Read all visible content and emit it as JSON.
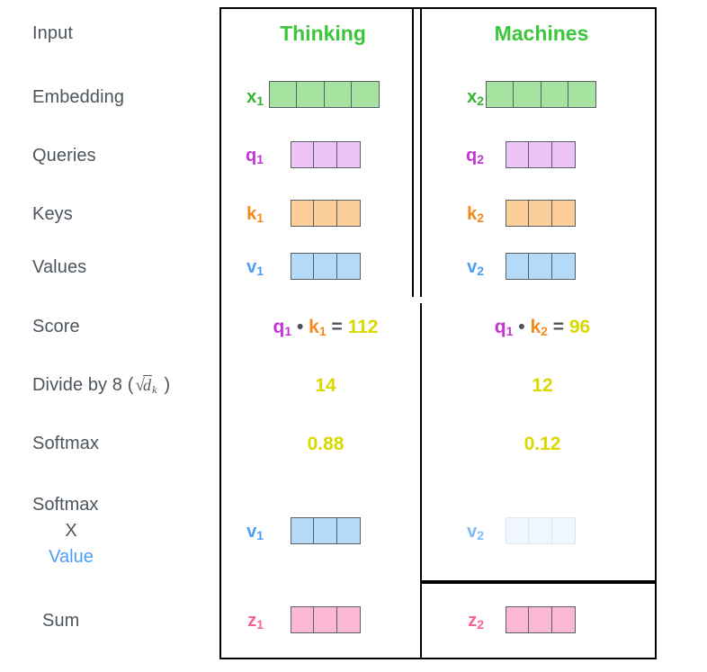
{
  "diagram": {
    "title": "self-attention-calculation",
    "columns": [
      {
        "id": "col1",
        "header": "Thinking"
      },
      {
        "id": "col2",
        "header": "Machines"
      }
    ],
    "row_labels": {
      "input": "Input",
      "embedding": "Embedding",
      "queries": "Queries",
      "keys": "Keys",
      "values": "Values",
      "score": "Score",
      "divide": "Divide by 8 (",
      "divide_sqrt_symbol": "√",
      "divide_radicand": "d",
      "divide_radicand_sub": "k",
      "divide_close": ")",
      "softmax": "Softmax",
      "softmax_times_value_line1": "Softmax",
      "softmax_times_value_line2": "X",
      "softmax_times_value_line3": "Value",
      "sum": "Sum"
    },
    "vectors": {
      "x1": {
        "label": "x",
        "sub": "1",
        "cells": 4,
        "color": "green"
      },
      "x2": {
        "label": "x",
        "sub": "2",
        "cells": 4,
        "color": "green"
      },
      "q1": {
        "label": "q",
        "sub": "1",
        "cells": 3,
        "color": "purple"
      },
      "q2": {
        "label": "q",
        "sub": "2",
        "cells": 3,
        "color": "purple"
      },
      "k1": {
        "label": "k",
        "sub": "1",
        "cells": 3,
        "color": "orange"
      },
      "k2": {
        "label": "k",
        "sub": "2",
        "cells": 3,
        "color": "orange"
      },
      "v1": {
        "label": "v",
        "sub": "1",
        "cells": 3,
        "color": "blue"
      },
      "v2": {
        "label": "v",
        "sub": "2",
        "cells": 3,
        "color": "blue"
      },
      "v1_weighted": {
        "label": "v",
        "sub": "1",
        "cells": 3,
        "color": "blue"
      },
      "v2_weighted": {
        "label": "v",
        "sub": "2",
        "cells": 3,
        "color": "faint"
      },
      "z1": {
        "label": "z",
        "sub": "1",
        "cells": 3,
        "color": "pink"
      },
      "z2": {
        "label": "z",
        "sub": "2",
        "cells": 3,
        "color": "pink"
      }
    },
    "score": {
      "col1": {
        "q": "q",
        "q_sub": "1",
        "dot": "•",
        "k": "k",
        "k_sub": "1",
        "equals": "=",
        "result": "112"
      },
      "col2": {
        "q": "q",
        "q_sub": "1",
        "dot": "•",
        "k": "k",
        "k_sub": "2",
        "equals": "=",
        "result": "96"
      }
    },
    "divide_by_8": {
      "col1": "14",
      "col2": "12"
    },
    "softmax_values": {
      "col1": "0.88",
      "col2": "0.12"
    },
    "colors": {
      "header_green": "#3cc63c",
      "label_gray": "#4c545c",
      "embedding_green": "#a6e3a1",
      "query_purple": "#eec4f7",
      "key_orange": "#fbcf97",
      "value_blue": "#b5d9f8",
      "sum_pink": "#fbb9d4",
      "number_yellow": "#d9d900",
      "value_word_blue": "#4a9ff5",
      "faded_value": "#f1f7fe",
      "cell_border": "#5a5f66",
      "group_outline": "#000000"
    }
  }
}
